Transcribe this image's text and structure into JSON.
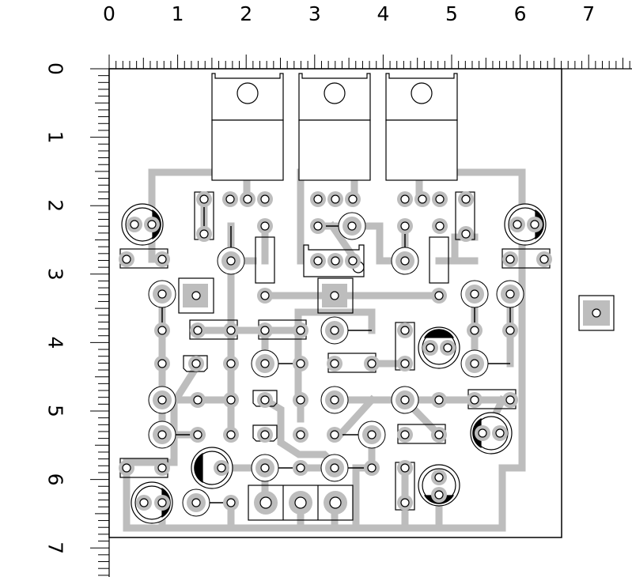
{
  "colors": {
    "background": "#ffffff",
    "board_outline": "#000000",
    "trace": "#bdbdbd",
    "pad": "#bdbdbd",
    "hole": "#ffffff",
    "outline": "#000000",
    "ruler": "#000000"
  },
  "rulers": {
    "top": {
      "labels": [
        "0",
        "1",
        "2",
        "3",
        "4",
        "5",
        "6",
        "7"
      ]
    },
    "left": {
      "labels": [
        "0",
        "1",
        "2",
        "3",
        "4",
        "5",
        "6",
        "7"
      ]
    }
  },
  "components": {
    "regulators": [
      "reg-1",
      "reg-2",
      "reg-3"
    ],
    "capacitors_electrolytic": [
      "cap-1",
      "cap-2",
      "cap-3",
      "cap-4",
      "cap-5",
      "cap-6"
    ],
    "connectors": [
      "terminal-block-3pos",
      "external-pad"
    ]
  }
}
